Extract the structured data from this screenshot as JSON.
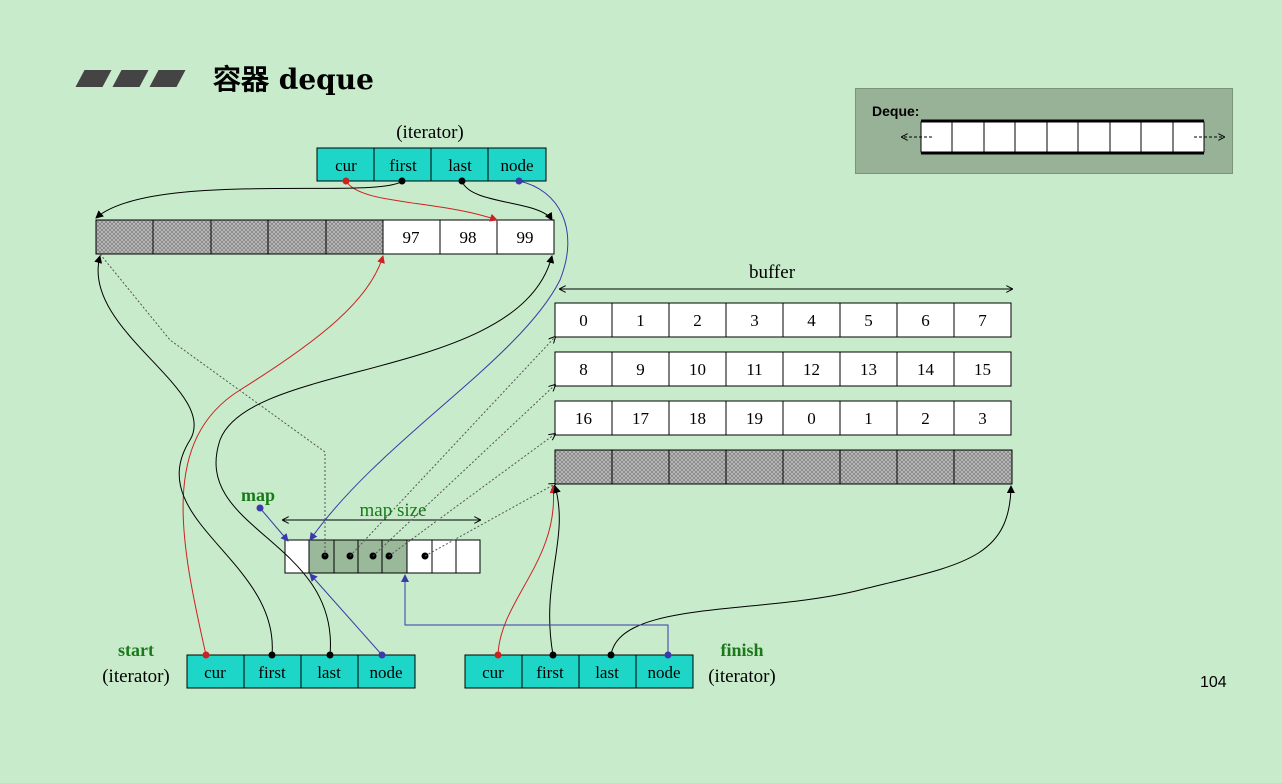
{
  "title": "容器 deque",
  "inset": {
    "label": "Deque:"
  },
  "labels": {
    "iterator_top": "(iterator)",
    "buffer": "buffer",
    "map": "map",
    "map_size": "map size",
    "start": "start",
    "start_iterator": "(iterator)",
    "finish": "finish",
    "finish_iterator": "(iterator)"
  },
  "iterator_fields": [
    "cur",
    "first",
    "last",
    "node"
  ],
  "first_buffer_values": [
    "97",
    "98",
    "99"
  ],
  "buffers": [
    [
      "0",
      "1",
      "2",
      "3",
      "4",
      "5",
      "6",
      "7"
    ],
    [
      "8",
      "9",
      "10",
      "11",
      "12",
      "13",
      "14",
      "15"
    ],
    [
      "16",
      "17",
      "18",
      "19",
      "0",
      "1",
      "2",
      "3"
    ]
  ],
  "page_number": "104",
  "colors": {
    "background": "#c8ebcb",
    "iterator_fill": "#1ed6c8",
    "cur_pointer": "#cc2222",
    "node_pointer": "#3a3aaa",
    "label_green": "#1a7a1a"
  }
}
